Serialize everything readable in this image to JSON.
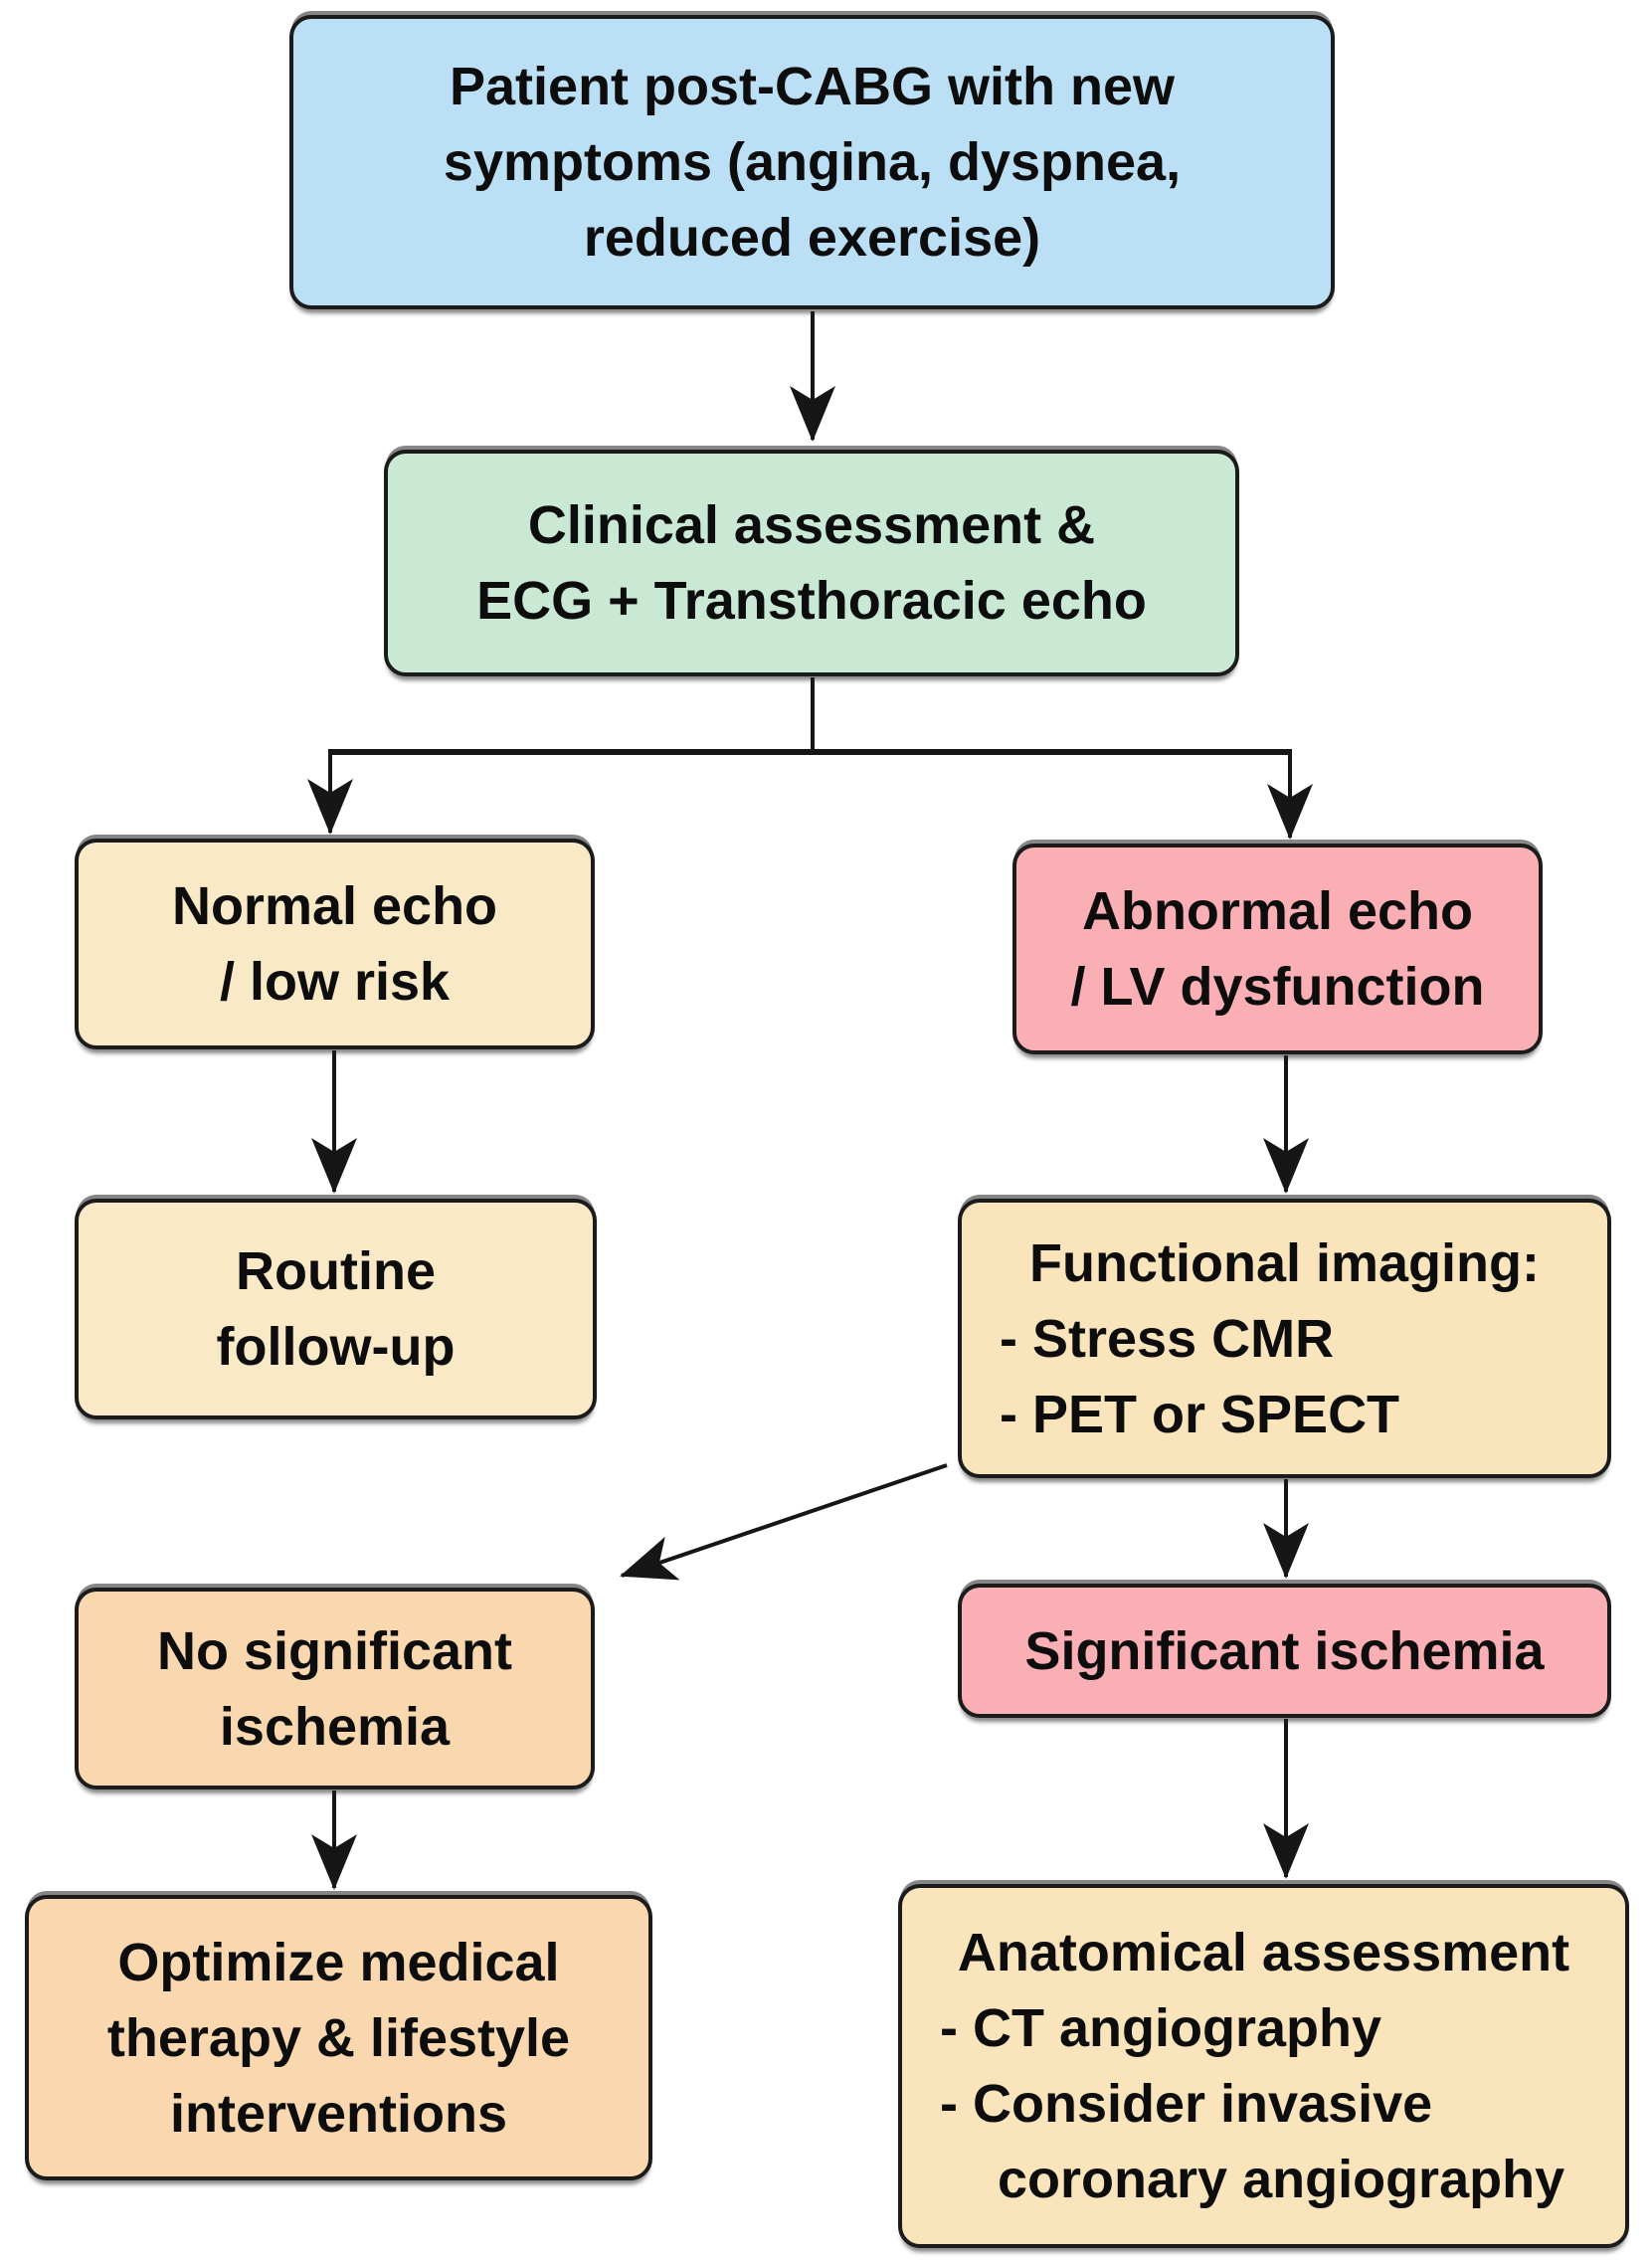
{
  "figure": {
    "type": "flowchart",
    "background": "#FFFFFF"
  },
  "palette": {
    "patient": "#BBDFF4",
    "clinical": "#C9E9D4",
    "normal_echo": "#FAE9C6",
    "abnormal_echo": "#F9AFB3",
    "routine": "#FAE9C6",
    "functional": "#F9E4BC",
    "no_ischemia": "#F9D8AF",
    "significant_ischemia": "#F9AFB3",
    "optimize": "#F9D8AF",
    "anatomical": "#F9E4BC",
    "border": "#1B1B1B",
    "arrow": "#161616",
    "text": "#0D0D0D"
  },
  "nodes": {
    "patient": {
      "lines": [
        "Patient post-CABG with new",
        "symptoms (angina, dyspnea,",
        "reduced exercise)"
      ]
    },
    "clinical": {
      "lines": [
        "Clinical assessment &",
        "ECG + Transthoracic echo"
      ]
    },
    "normal_echo": {
      "lines": [
        "Normal echo",
        "/ low risk"
      ]
    },
    "abnormal_echo": {
      "lines": [
        "Abnormal echo",
        "/ LV dysfunction"
      ]
    },
    "routine": {
      "lines": [
        "Routine",
        "follow-up"
      ]
    },
    "functional": {
      "lines": [
        "Functional imaging:",
        "- Stress CMR",
        "- PET or SPECT"
      ]
    },
    "no_ischemia": {
      "lines": [
        "No significant",
        "ischemia"
      ]
    },
    "significant_ischemia": {
      "lines": [
        "Significant ischemia"
      ]
    },
    "optimize": {
      "lines": [
        "Optimize medical",
        "therapy & lifestyle",
        "interventions"
      ]
    },
    "anatomical": {
      "lines": [
        "Anatomical assessment",
        "- CT angiography",
        "- Consider invasive",
        "coronary angiography"
      ]
    }
  },
  "edges": [
    {
      "from": "patient",
      "to": "clinical"
    },
    {
      "from": "clinical",
      "to": "normal_echo"
    },
    {
      "from": "clinical",
      "to": "abnormal_echo"
    },
    {
      "from": "normal_echo",
      "to": "routine"
    },
    {
      "from": "abnormal_echo",
      "to": "functional"
    },
    {
      "from": "functional",
      "to": "no_ischemia"
    },
    {
      "from": "functional",
      "to": "significant_ischemia"
    },
    {
      "from": "no_ischemia",
      "to": "optimize"
    },
    {
      "from": "significant_ischemia",
      "to": "anatomical"
    }
  ]
}
